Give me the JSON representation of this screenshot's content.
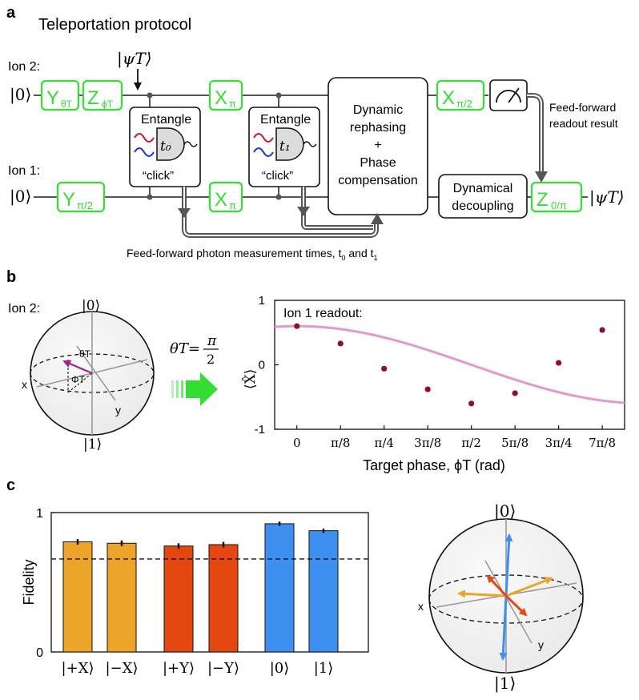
{
  "panel_a": {
    "label": "a",
    "title": "Teleportation protocol",
    "ion2_label": "Ion 2:",
    "ion1_label": "Ion 1:",
    "ket0_top": "|0⟩",
    "ket0_bottom": "|0⟩",
    "psi_in": "|ψT⟩",
    "psi_out": "|ψT⟩",
    "gates": {
      "y_theta": "Y",
      "y_theta_sub": "θT",
      "z_phi": "Z",
      "z_phi_sub": "ϕT",
      "x_pi_top": "X",
      "x_pi_top_sub": "π",
      "x_pi2_top": "X",
      "x_pi2_top_sub": "π/2",
      "y_pi2": "Y",
      "y_pi2_sub": "π/2",
      "x_pi_bot": "X",
      "x_pi_bot_sub": "π",
      "z_out": "Z",
      "z_out_sub": "0/π"
    },
    "entangle1": {
      "title": "Entangle",
      "t": "t₀",
      "click": "“click”"
    },
    "entangle2": {
      "title": "Entangle",
      "t": "t₁",
      "click": "“click”"
    },
    "rephasing": [
      "Dynamic",
      "rephasing",
      "+",
      "Phase",
      "compensation"
    ],
    "decoupling": [
      "Dynamical",
      "decoupling"
    ],
    "feedforward_readout": [
      "Feed-forward",
      "readout result"
    ],
    "feedforward_photon": "Feed-forward photon measurement times, t",
    "feedforward_photon_sub0": "0",
    "feedforward_photon_and": " and t",
    "feedforward_photon_sub1": "1"
  },
  "panel_b": {
    "label": "b",
    "ion2_label": "Ion 2:",
    "ket0": "|0⟩",
    "ket1": "|1⟩",
    "x_axis": "x",
    "y_axis": "y",
    "theta": "θT",
    "phi": "ΦT",
    "condition": "θT=",
    "condition_num": "π",
    "condition_den": "2",
    "plot_label": "Ion 1 readout:"
  },
  "panel_c": {
    "label": "c",
    "ket0": "|0⟩",
    "ket1": "|1⟩",
    "x_axis": "x",
    "y_axis": "y"
  },
  "colors": {
    "gate_green": "#33dd33",
    "fit_line": "#e39ac8",
    "data_point": "#8e1030",
    "bar_x": "#eca528",
    "bar_y": "#e4470f",
    "bar_z": "#3d8ff0",
    "sphere_vec_purple": "#a0238f"
  },
  "chart_data": [
    {
      "type": "scatter",
      "title": "Ion 1 readout:",
      "xlabel": "Target phase, ϕT (rad)",
      "ylabel": "⟨X̂⟩",
      "xticks": [
        {
          "value": 0,
          "label": "0"
        },
        {
          "value": 0.3927,
          "label": "π/8"
        },
        {
          "value": 0.7854,
          "label": "π/4"
        },
        {
          "value": 1.1781,
          "label": "3π/8"
        },
        {
          "value": 1.5708,
          "label": "π/2"
        },
        {
          "value": 1.9635,
          "label": "5π/8"
        },
        {
          "value": 2.3562,
          "label": "3π/4"
        },
        {
          "value": 2.7489,
          "label": "7π/8"
        }
      ],
      "yticks": [
        {
          "value": -1,
          "label": "-1"
        },
        {
          "value": 0,
          "label": "0"
        },
        {
          "value": 1,
          "label": "1"
        }
      ],
      "xlim": [
        -0.2,
        2.95
      ],
      "ylim": [
        -1,
        1
      ],
      "series": [
        {
          "x": [
            0,
            0.3927,
            0.7854,
            1.1781,
            1.5708,
            1.9635,
            2.3562,
            2.7489
          ],
          "y": [
            0.6,
            0.33,
            -0.06,
            -0.38,
            -0.6,
            -0.44,
            0.03,
            0.54
          ],
          "err": [
            0.04,
            0.04,
            0.04,
            0.04,
            0.04,
            0.04,
            0.04,
            0.04
          ]
        }
      ],
      "fit": {
        "amplitude": 0.6,
        "form": "A·cos(ϕT)"
      }
    },
    {
      "type": "bar",
      "ylabel": "Fidelity",
      "categories": [
        "|+X⟩",
        "|−X⟩",
        "|+Y⟩",
        "|−Y⟩",
        "|0⟩",
        "|1⟩"
      ],
      "values": [
        0.79,
        0.78,
        0.76,
        0.77,
        0.92,
        0.87
      ],
      "err": [
        0.02,
        0.02,
        0.02,
        0.02,
        0.015,
        0.015
      ],
      "bar_colors": [
        "#eca528",
        "#eca528",
        "#e4470f",
        "#e4470f",
        "#3d8ff0",
        "#3d8ff0"
      ],
      "threshold": 0.667,
      "yticks": [
        {
          "value": 0,
          "label": "0"
        },
        {
          "value": 1,
          "label": "1"
        }
      ],
      "ylim": [
        0,
        1
      ]
    }
  ]
}
